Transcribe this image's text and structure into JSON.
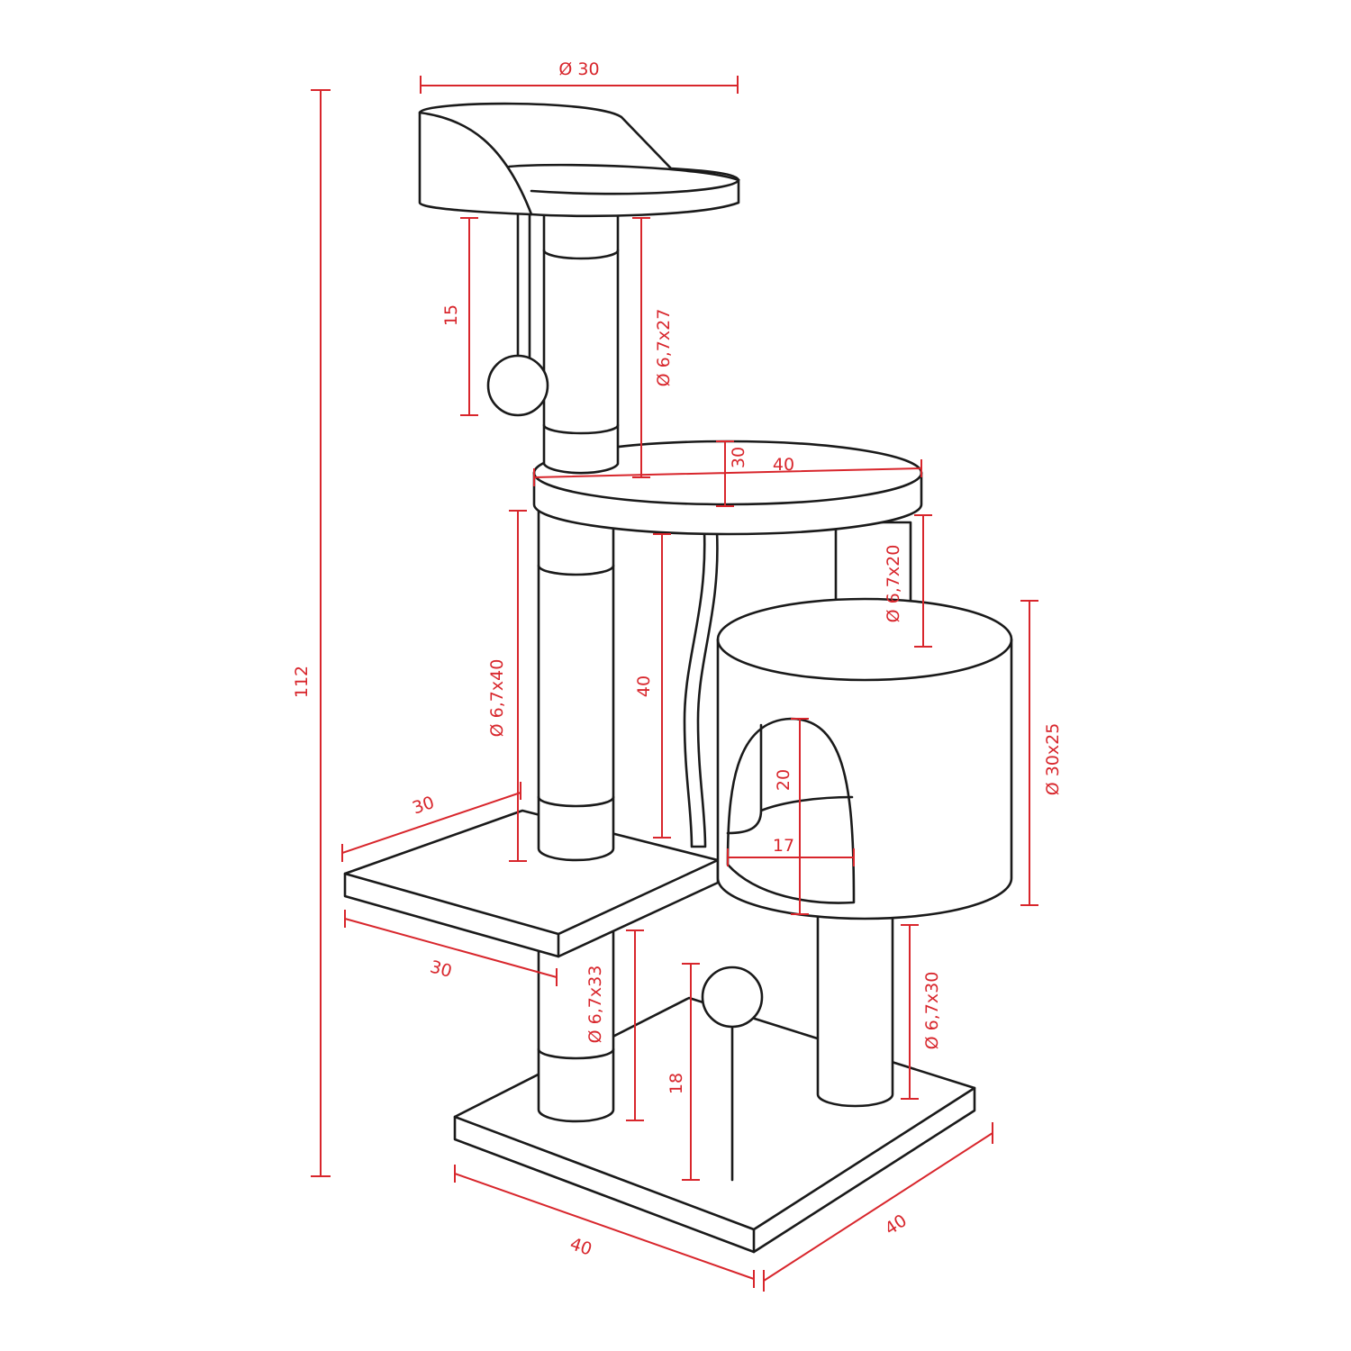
{
  "title": "Cat tree dimension drawing",
  "accent_color": "#d8262c",
  "labels": {
    "top_bed_diameter": "Ø 30",
    "ball_string_length": "15",
    "top_post": "Ø 6,7x27",
    "middle_platform_depth": "30",
    "middle_platform_width": "40",
    "upper_right_post": "Ø 6,7x20",
    "left_post": "Ø 6,7x40",
    "rope_length": "40",
    "cave": "Ø 30x25",
    "door_height": "20",
    "door_width": "17",
    "step_depth": "30",
    "step_width": "30",
    "lower_left_post": "Ø 6,7x33",
    "base_ball_height": "18",
    "lower_right_post": "Ø 6,7x30",
    "total_height": "112",
    "base_width": "40",
    "base_depth": "40"
  }
}
